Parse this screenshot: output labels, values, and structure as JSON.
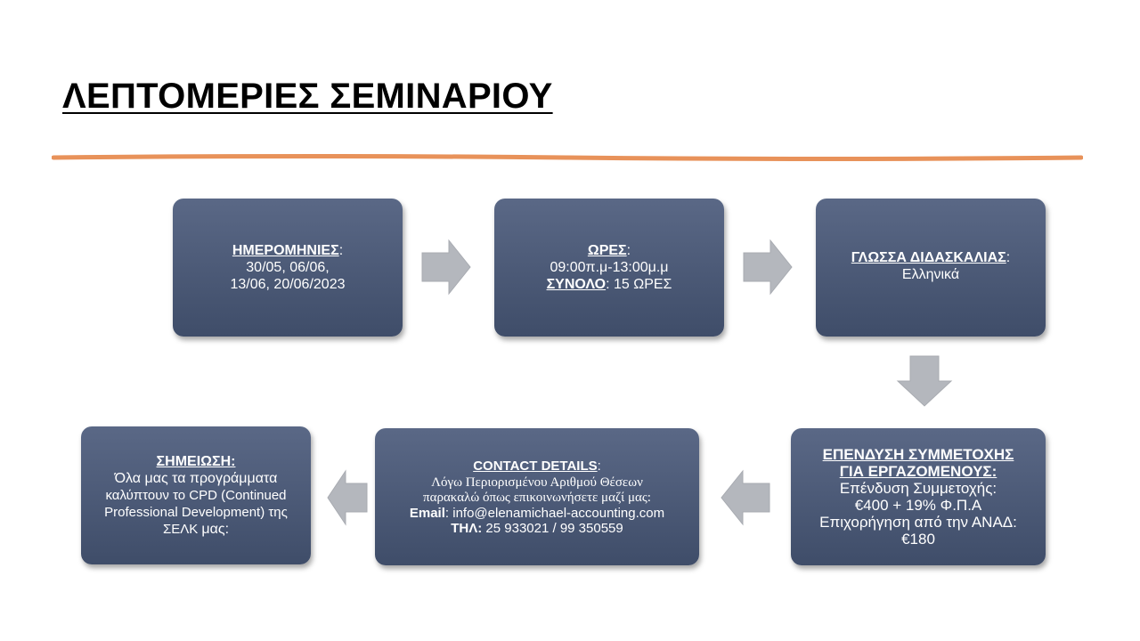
{
  "title": "ΛΕΠΤΟΜΕΡΙΕΣ ΣΕΜΙΝΑΡΙΟΥ",
  "boxes": {
    "dates": {
      "label": "ΗΜΕΡΟΜΗΝΙΕΣ",
      "colon": ":",
      "line1": "30/05, 06/06,",
      "line2": "13/06, 20/06/2023"
    },
    "hours": {
      "label": "ΩΡΕΣ",
      "colon": ":",
      "time": "09:00π.μ-13:00μ.μ",
      "total_label": "ΣΥΝΟΛΟ",
      "total_value": ": 15 ΩΡΕΣ"
    },
    "language": {
      "label": "ΓΛΩΣΣΑ ΔΙΔΑΣΚΑΛΙΑΣ",
      "colon": ":",
      "value": "Ελληνικά"
    },
    "investment": {
      "heading_line1": "ΕΠΕΝΔΥΣΗ ΣΥΜΜΕΤΟΧΗΣ",
      "heading_line2": "ΓΙΑ ΕΡΓΑΖΟΜΕΝΟΥΣ:",
      "line1": "Επένδυση Συμμετοχής:",
      "line2": "€400 + 19% Φ.Π.Α",
      "line3": "Επιχορήγηση από την ΑΝΑΔ:",
      "line4": "€180"
    },
    "contact": {
      "heading": "CONTACT  DETAILS",
      "colon": ":",
      "line1": "Λόγω Περιορισμένου  Αριθμού  Θέσεων",
      "line2": "παρακαλώ όπως επικοινωνήσετε μαζί μας:",
      "email_label": "Email",
      "email_value": ":  info@elenamichael-accounting.com",
      "phone_label": "ΤΗΛ:",
      "phone_value": " 25 933021  / 99 350559"
    },
    "note": {
      "heading": "ΣΗΜΕΙΩΣΗ:",
      "line1": "Όλα μας τα προγράμματα",
      "line2": "καλύπτουν το CPD (Continued",
      "line3": "Professional Development) της",
      "line4a": "ΣΕΛΚ ",
      "line4b": "μας:"
    }
  },
  "colors": {
    "box_fill_top": "#5a6886",
    "box_fill_bottom": "#3f4d69",
    "divider": "#e8925a",
    "arrow": "#b4b7bd"
  }
}
